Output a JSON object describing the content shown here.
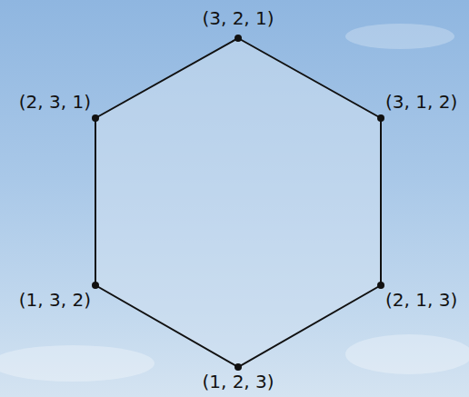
{
  "diagram": {
    "labels": [
      "(3, 2, 1)",
      "(2, 3, 1)",
      "(3, 1, 2)",
      "(1, 3, 2)",
      "(2, 1, 3)",
      "(1, 2, 3)"
    ]
  }
}
